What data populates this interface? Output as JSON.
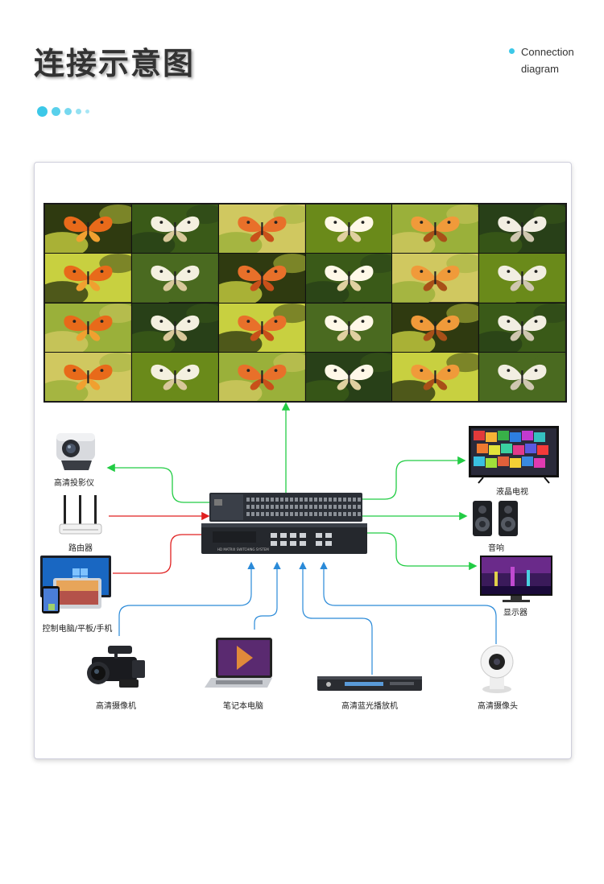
{
  "header": {
    "title": "连接示意图",
    "subtitle_line1": "Connection",
    "subtitle_line2": "diagram"
  },
  "colors": {
    "accent": "#3cc8e8",
    "output_line": "#22cc44",
    "input_line_red": "#e02020",
    "input_line_blue": "#2a8ad8"
  },
  "video_wall": {
    "rows": 4,
    "cols": 6,
    "content": "butterfly-tiles"
  },
  "matrix_switcher": {
    "panel_text": "HD MATRIX SWITCHING SYSTEM"
  },
  "devices": {
    "projector": "高清投影仪",
    "router": "路由器",
    "control": "控制电脑/平板/手机",
    "camcorder": "高清摄像机",
    "laptop": "笔记本电脑",
    "bluray": "高清蓝光播放机",
    "ipcam": "高清摄像头",
    "lcd_tv": "液晶电视",
    "speaker": "音响",
    "monitor": "显示器"
  }
}
